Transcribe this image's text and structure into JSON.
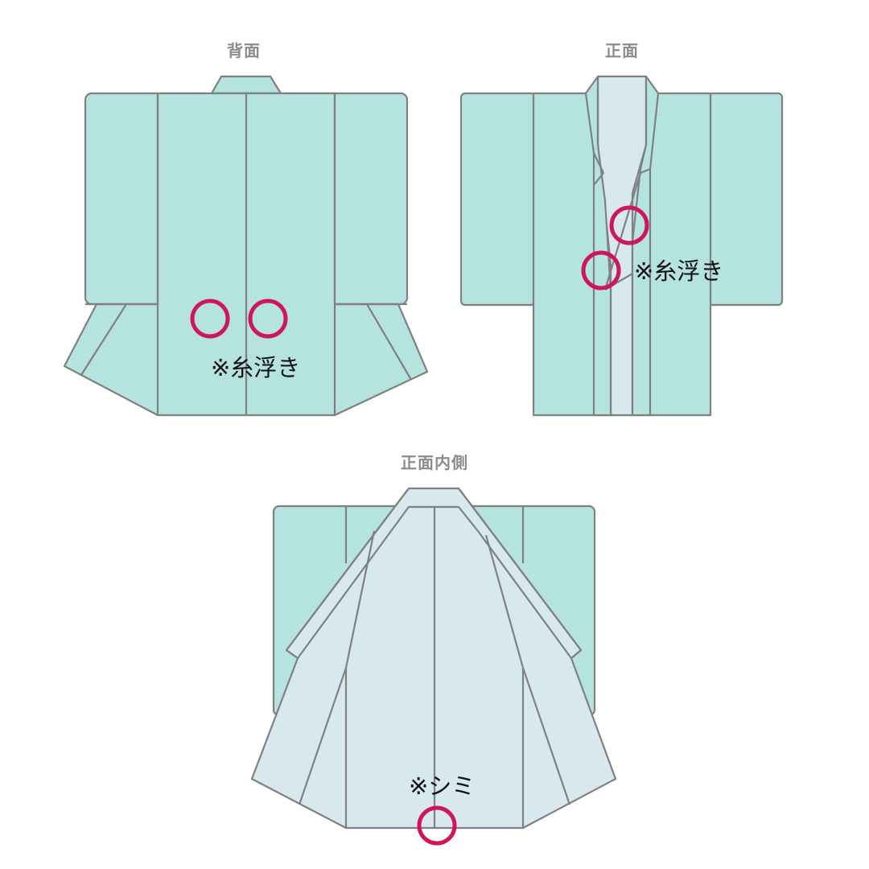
{
  "views": {
    "back": {
      "title": "背面",
      "note": "※糸浮き"
    },
    "front": {
      "title": "正面",
      "note": "※糸浮き"
    },
    "inner": {
      "title": "正面内側",
      "note": "※シミ"
    }
  },
  "colors": {
    "outer_fabric": "#b5e3e0",
    "lining_fabric": "#d7e8ef",
    "outline": "#808080",
    "marker": "#d0165a",
    "title_text": "#8c8c8c",
    "note_text": "#111111"
  },
  "markers": [
    {
      "view": "back",
      "name": "thread-float-marker-left"
    },
    {
      "view": "back",
      "name": "thread-float-marker-right"
    },
    {
      "view": "front",
      "name": "thread-float-marker-upper"
    },
    {
      "view": "front",
      "name": "thread-float-marker-lower"
    },
    {
      "view": "inner",
      "name": "stain-marker"
    }
  ]
}
